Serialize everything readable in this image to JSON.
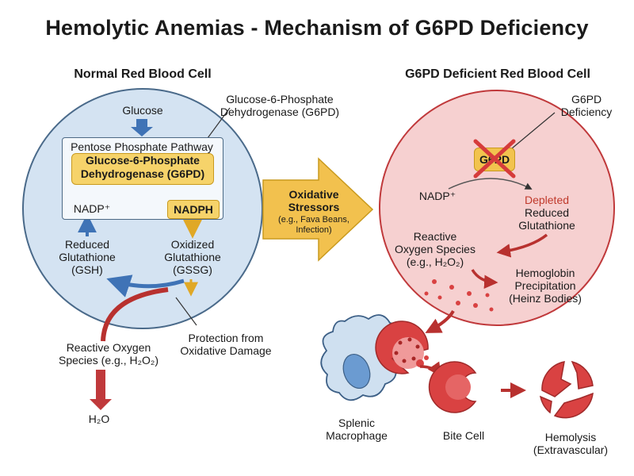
{
  "title": "Hemolytic Anemias - Mechanism of G6PD Deficiency",
  "left_panel": {
    "heading": "Normal Red Blood Cell",
    "glucose": "Glucose",
    "enzyme_callout": [
      "Glucose-6-Phosphate",
      "Dehydrogenase (G6PD)"
    ],
    "pathway_label": "Pentose Phosphate Pathway",
    "g6pd_box": [
      "Glucose-6-Phosphate",
      "Dehydrogenase (G6PD)"
    ],
    "nadp": "NADP⁺",
    "nadph": "NADPH",
    "reduced_gsh": [
      "Reduced",
      "Glutathione",
      "(GSH)"
    ],
    "oxidized_gssg": [
      "Oxidized",
      "Glutathione",
      "(GSSG)"
    ],
    "protection": [
      "Protection from",
      "Oxidative Damage"
    ],
    "ros": [
      "Reactive Oxygen",
      "Species (e.g., H₂O₂)"
    ],
    "water": "H₂O"
  },
  "stressor": {
    "title": [
      "Oxidative",
      "Stressors"
    ],
    "subtitle": [
      "(e.g., Fava Beans,",
      "Infection)"
    ]
  },
  "right_panel": {
    "heading": "G6PD Deficient Red Blood Cell",
    "deficiency_callout": [
      "G6PD",
      "Deficiency"
    ],
    "blocked_enzyme": "G6PD",
    "nadp": "NADP⁺",
    "depleted": "Depleted",
    "reduced_glutathione": [
      "Reduced",
      "Glutathione"
    ],
    "ros": [
      "Reactive",
      "Oxygen Species",
      "(e.g., H₂O₂)"
    ],
    "hemoglobin": [
      "Hemoglobin",
      "Precipitation",
      "(Heinz Bodies)"
    ]
  },
  "bottom": {
    "macrophage": [
      "Splenic",
      "Macrophage"
    ],
    "bite_cell": "Bite Cell",
    "hemolysis": [
      "Hemolysis",
      "(Extravascular)"
    ]
  },
  "colors": {
    "normal_cell_fill": "#d4e3f2",
    "normal_cell_stroke": "#4a6a8a",
    "deficient_cell_fill": "#f6d0d0",
    "deficient_cell_stroke": "#c0393b",
    "rbc_red": "#d94242",
    "arrow_blue": "#3f73b6",
    "arrow_yellow": "#f2c14e",
    "arrow_red": "#b8312f",
    "macrophage_fill": "#cfe0f0",
    "nucleus_fill": "#6b9bd1"
  }
}
